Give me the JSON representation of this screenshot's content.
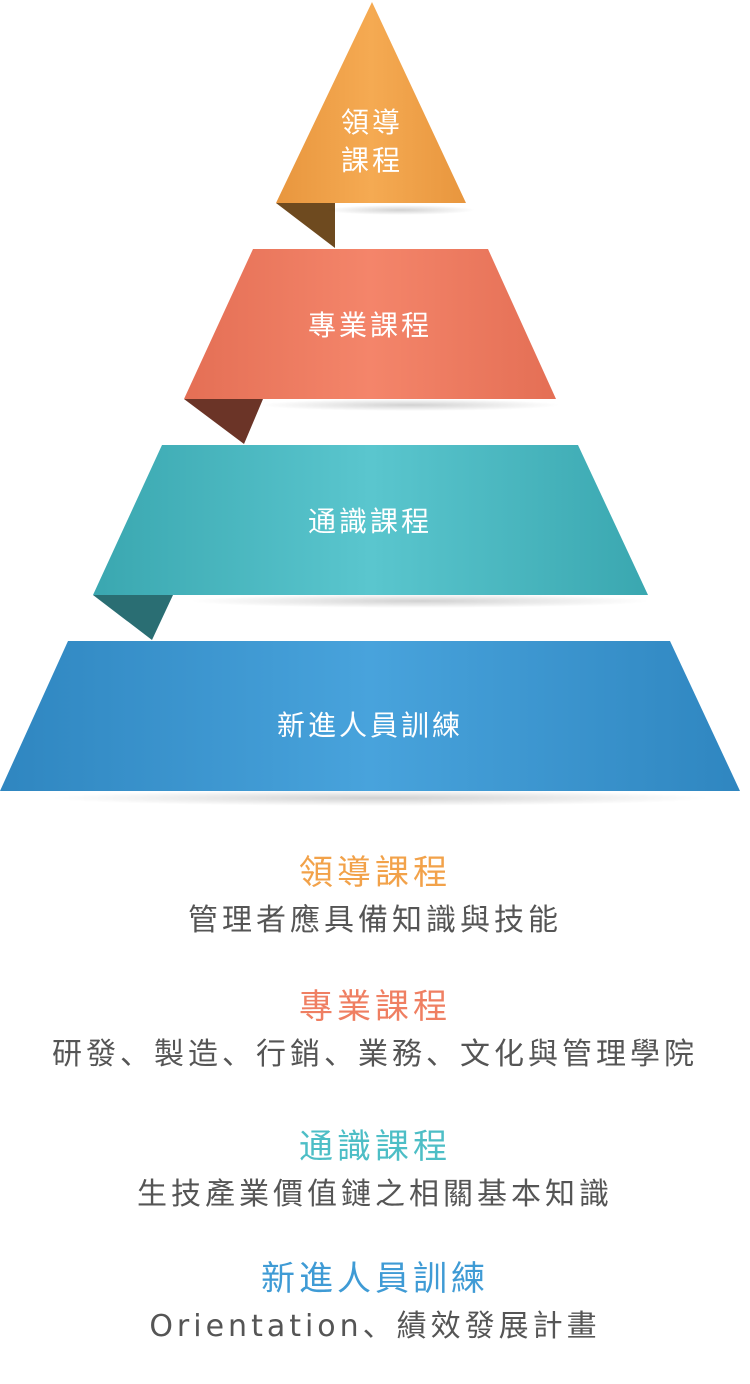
{
  "tiers": [
    {
      "label": "領導\n課程",
      "color": "#F2A24A",
      "shadow": "#6E4A1F"
    },
    {
      "label": "專業課程",
      "color": "#EF7F62",
      "shadow": "#6B3427"
    },
    {
      "label": "通識課程",
      "color": "#4DBEC6",
      "shadow": "#2A6E73"
    },
    {
      "label": "新進人員訓練",
      "color": "#3F9BD5",
      "shadow": "#23597C"
    }
  ],
  "legend": [
    {
      "title": "領導課程",
      "desc": "管理者應具備知識與技能",
      "color": "#F2A24A"
    },
    {
      "title": "專業課程",
      "desc": "研發、製造、行銷、業務、文化與管理學院",
      "color": "#EF7F62"
    },
    {
      "title": "通識課程",
      "desc": "生技產業價值鏈之相關基本知識",
      "color": "#4DBEC6"
    },
    {
      "title": "新進人員訓練",
      "desc": "Orientation、績效發展計畫",
      "color": "#3F9BD5"
    }
  ]
}
